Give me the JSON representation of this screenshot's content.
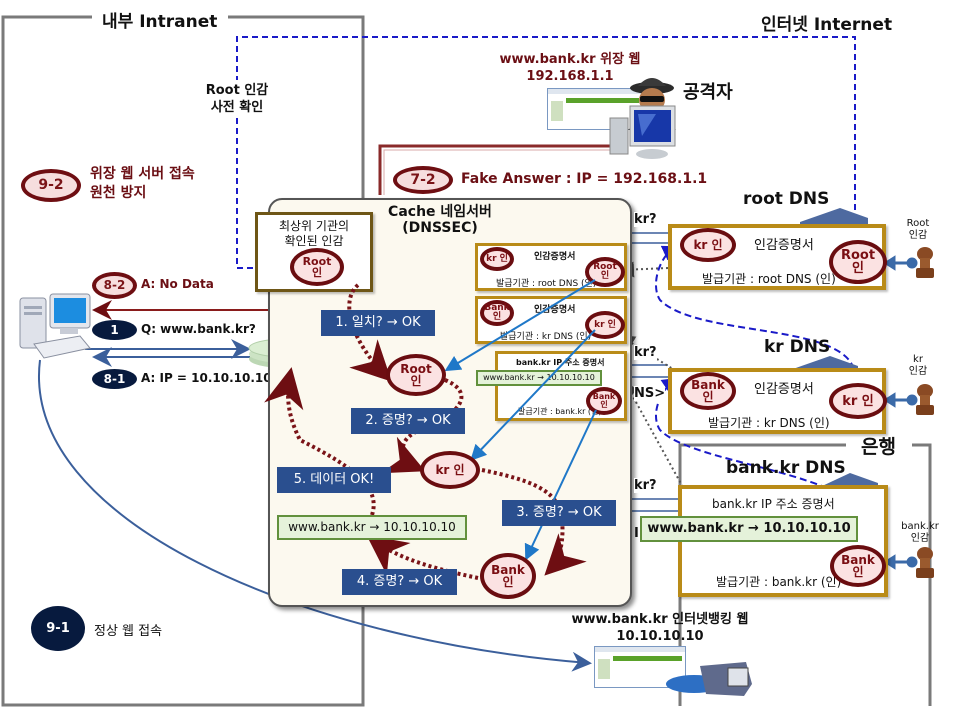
{
  "zones": {
    "intranet": "내부 Intranet",
    "internet": "인터넷 Internet",
    "bank": "은행"
  },
  "colors": {
    "zone_border": "#7a7a7a",
    "seal_fill": "#fbe2e2",
    "seal_border": "#6a0d10",
    "cert_border": "#b98b18",
    "step_box": "#2a4f8f",
    "dashed_blue": "#1a1ac8",
    "dotted_red": "#7a1418",
    "navy_badge": "#071a3e",
    "record_fill": "#e5f2da",
    "cache_fill": "#fcf9ef"
  },
  "root_precheck": {
    "line1": "Root 인감",
    "line2": "사전 확인"
  },
  "step_9_2": {
    "badge": "9-2",
    "line1": "위장 웹 서버 접속",
    "line2": "원천 방지"
  },
  "attacker": {
    "fake_site_line1": "www.bank.kr 위장 웹",
    "fake_site_line2": "192.168.1.1",
    "label": "공격자"
  },
  "step_7_2": {
    "badge": "7-2",
    "text": "Fake Answer : IP = 192.168.1.1"
  },
  "client_messages": [
    {
      "badge": "8-2",
      "style": "red",
      "text": "A: No Data"
    },
    {
      "badge": "1",
      "style": "navy",
      "text": "Q: www.bank.kr?"
    },
    {
      "badge": "8-1",
      "style": "navy",
      "text": "A: IP  =  10.10.10.10"
    }
  ],
  "cache_server": {
    "title_line1": "Cache 네임서버",
    "title_line2": "(DNSSEC)",
    "trust_note": {
      "line1": "최상위 기관의",
      "line2": "확인된 인감",
      "seal_top": "Root",
      "seal_bottom": "인"
    },
    "certs": [
      {
        "title": "인감증명서",
        "left_seal": "kr 인",
        "right_seal_top": "Root",
        "right_seal_bottom": "인",
        "issuer": "발급기관 : root DNS (인)"
      },
      {
        "title": "인감증명서",
        "left_seal_top": "Bank",
        "left_seal_bottom": "인",
        "right_seal": "kr 인",
        "issuer": "발급기관 : kr DNS (인)"
      },
      {
        "title": "bank.kr IP 주소 증명서",
        "record": "www.bank.kr  →  10.10.10.10",
        "right_seal_top": "Bank",
        "right_seal_bottom": "인",
        "issuer": "발급기관 : bank.kr (인)"
      }
    ],
    "chain_seals": [
      {
        "top": "Root",
        "bottom": "인"
      },
      {
        "top": "kr 인",
        "bottom": ""
      },
      {
        "top": "Bank",
        "bottom": "인"
      }
    ],
    "steps": [
      "1. 일치? → OK",
      "2. 증명? → OK",
      "3. 증명? → OK",
      "4. 증명? → OK",
      "5. 데이터 OK!"
    ],
    "result_record": "www.bank.kr  →  10.10.10.10"
  },
  "query_labels": [
    "kr?",
    "kr?",
    "NS>",
    "kr?",
    "I"
  ],
  "root_dns": {
    "title": "root DNS",
    "cert_title": "인감증명서",
    "left_seal": "kr 인",
    "right_seal_top": "Root",
    "right_seal_bottom": "인",
    "issuer": "발급기관 : root DNS (인)",
    "stamp_label_line1": "Root",
    "stamp_label_line2": "인감"
  },
  "kr_dns": {
    "title": "kr DNS",
    "cert_title": "인감증명서",
    "left_seal_top": "Bank",
    "left_seal_bottom": "인",
    "right_seal": "kr 인",
    "issuer": "발급기관 : kr DNS (인)",
    "stamp_label_line1": "kr",
    "stamp_label_line2": "인감"
  },
  "bank_dns": {
    "title": "bank.kr DNS",
    "cert_title": "bank.kr IP 주소 증명서",
    "record": "www.bank.kr → 10.10.10.10",
    "right_seal_top": "Bank",
    "right_seal_bottom": "인",
    "issuer": "발급기관 : bank.kr (인)",
    "stamp_label_line1": "bank.kr",
    "stamp_label_line2": "인감"
  },
  "step_9_1": {
    "badge": "9-1",
    "text": "정상 웹 접속"
  },
  "bank_web": {
    "line1": "www.bank.kr 인터넷뱅킹 웹",
    "line2": "10.10.10.10"
  }
}
